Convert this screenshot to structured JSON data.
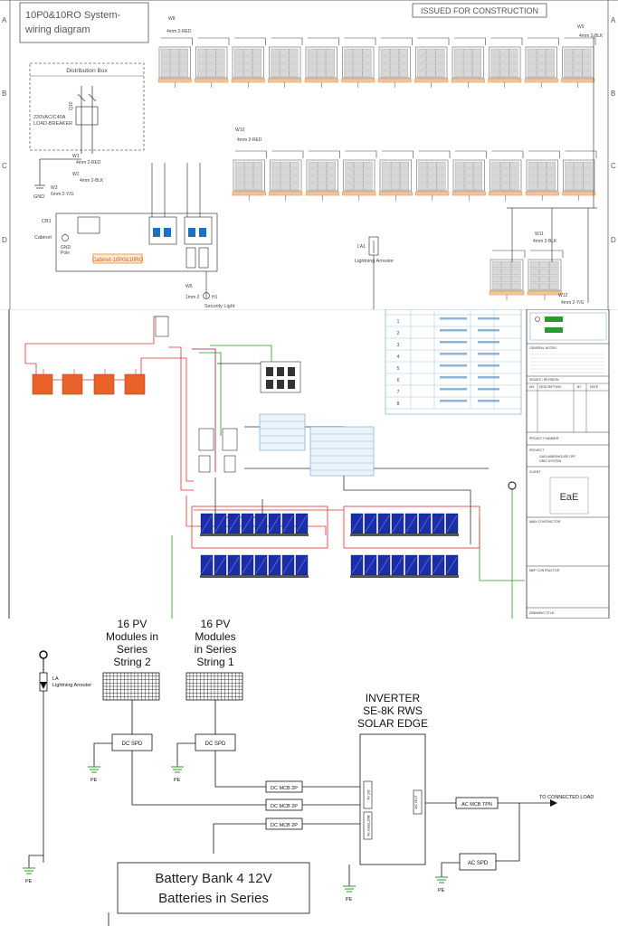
{
  "panel1": {
    "title_line1": "10P0&10RO System-",
    "title_line2": "wiring diagram",
    "stamp": "ISSUED FOR CONSTRUCTION",
    "grid_rows": [
      "A",
      "B",
      "C",
      "D"
    ],
    "distribution_box": "Distribution Box",
    "breaker_line1": "220VAC/C40A",
    "breaker_line2": "LOAD-BREAKER",
    "breaker_id": "Q10",
    "cb1": "CB1",
    "cabinet": "Cabinet",
    "cabinet_label": "Cabinet-10P0&10RO",
    "gnd": "GND",
    "gnd_pole_1": "GND",
    "gnd_pole_2": "Pole",
    "w1": "W1",
    "w1_spec": "4mm 2-RED",
    "w2": "W2",
    "w2_spec": "4mm 2-BLK",
    "w3": "W3",
    "w3_spec": "6mm 2-Y/G",
    "w8": "W8",
    "w8_spec": "4mm 2-RED",
    "w9": "W9",
    "w9_spec": "4mm 2-BLK",
    "w10": "W10",
    "w10_spec": "4mm 2-RED",
    "w11": "W11",
    "w11_spec": "4mm 2-BLK",
    "w12": "W12",
    "w12_spec": "4mm 2-Y/G",
    "la1": "LA1",
    "lightning": "Lightning Arrestor",
    "security_light": "Security Light",
    "h1": "H1",
    "w_light": "W6",
    "w_light_spec": "1mm 2"
  },
  "panel2": {
    "project_number_label": "PROJECT NUMBER :",
    "project_label": "PROJECT",
    "project_line1": "GADI WAREHOUSE OFF",
    "project_line2": "GRID SYSTEM",
    "client_label": "CLIENT",
    "logo": "EaE",
    "main_contractor": "MAIN CONTRACTOR",
    "mep_contractor": "MEP CONTRACTOR",
    "drawing_title": "DRAWING TITLE:",
    "general_notes": "GENERAL NOTES:",
    "issues_label": "ISSUES / REVISION",
    "rev_headers": [
      "NO.",
      "DESCRIPTION",
      "BY",
      "DATE"
    ],
    "bom_rows": [
      "1",
      "2",
      "3",
      "4",
      "5",
      "6",
      "7",
      "8"
    ]
  },
  "panel3": {
    "string2_l1": "16 PV",
    "string2_l2": "Modules in",
    "string2_l3": "Series",
    "string2_l4": "String 2",
    "string1_l1": "16 PV",
    "string1_l2": "Modules",
    "string1_l3": "in Series",
    "string1_l4": "String 1",
    "la": "LA",
    "lightning": "Lightning Arrestor",
    "inverter_l1": "INVERTER",
    "inverter_l2": "SE-8K RWS",
    "inverter_l3": "SOLAR EDGE",
    "dc_spd": "DC SPD",
    "dc_mcb": "DC MCB 2P",
    "ac_mcb": "AC MCB TPN",
    "ac_spd": "AC SPD",
    "pe": "PE",
    "load": "TO CONNECTED LOAD",
    "dc_in": "DC IN",
    "ac_port": "AC OUT",
    "batt_port": "BATTERY IN",
    "battery_l1": "Battery Bank 4 12V",
    "battery_l2": "Batteries in Series"
  }
}
